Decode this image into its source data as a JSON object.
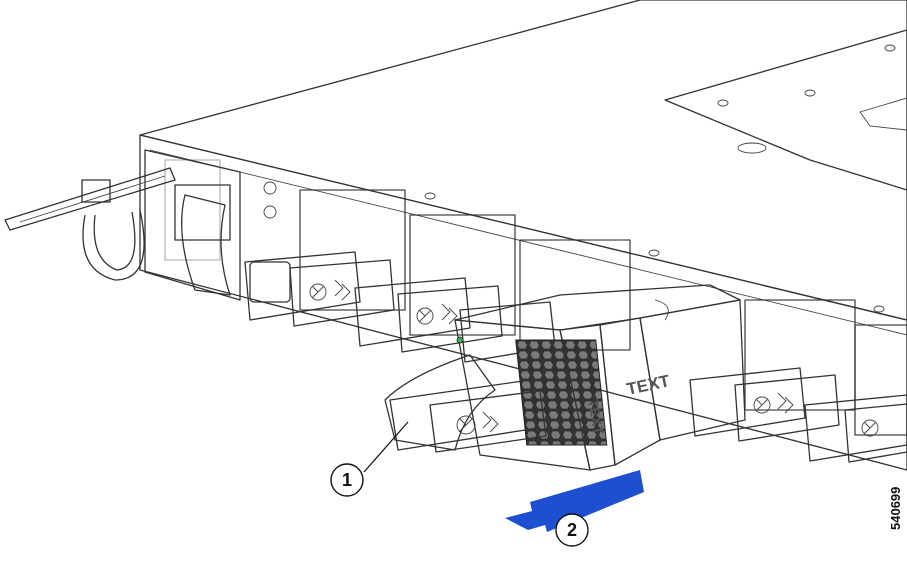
{
  "callouts": [
    {
      "id": "1",
      "label": "1",
      "target": "fan-module-handle"
    },
    {
      "id": "2",
      "label": "2",
      "target": "removal-direction-arrow"
    }
  ],
  "module_label": "TEXT",
  "figure_id": "540699",
  "colors": {
    "arrow": "#1f4fd1",
    "chassis_line": "#333333",
    "chassis_fill": "#f4f4f4",
    "module_fill": "#8c8c8c",
    "module_dark": "#5f5f5f",
    "status_led": "#3bb54a"
  },
  "icons": [
    "fan-icon",
    "airflow-arrows-icon",
    "honeycomb-grille",
    "ground-screw-icon"
  ]
}
